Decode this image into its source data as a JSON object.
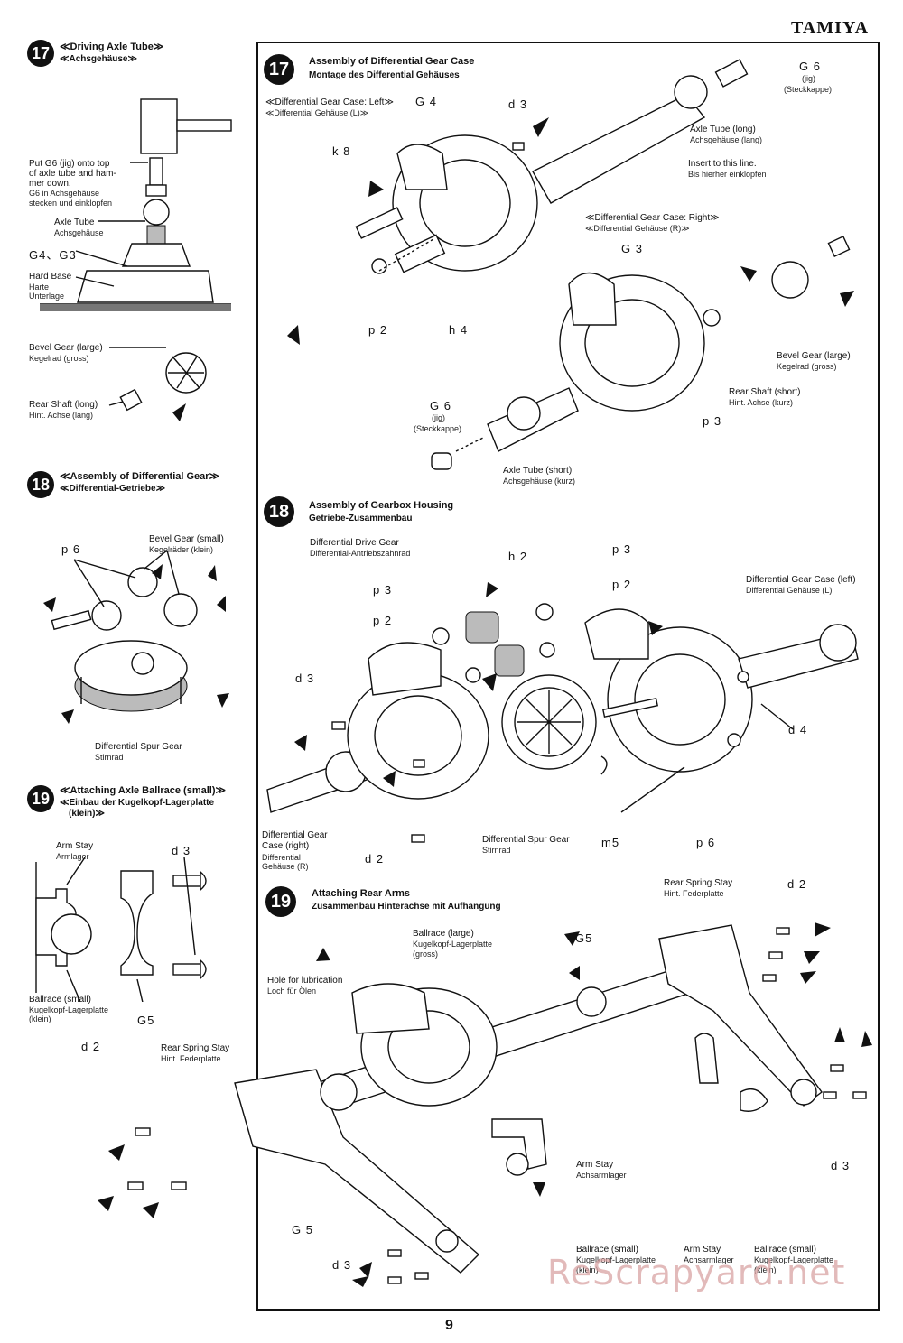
{
  "brand": "TAMIYA",
  "page_number": "9",
  "watermark": "ReScrapyard.net",
  "left": {
    "s17": {
      "num": "17",
      "title": "≪Driving Axle Tube≫",
      "subtitle": "≪Achsgehäuse≫",
      "note1": "Put G6 (jig) onto top",
      "note2": "of axle tube and ham-",
      "note3": "mer down.",
      "note4": "G6 in Achsgehäuse",
      "note5": "stecken und einklopfen",
      "axle_en": "Axle Tube",
      "axle_de": "Achsgehäuse",
      "g4g3": "G4、G3",
      "base_en": "Hard Base",
      "base_de1": "Harte",
      "base_de2": "Unterlage",
      "bevel_en": "Bevel Gear (large)",
      "bevel_de": "Kegelrad (gross)",
      "shaft_en": "Rear Shaft (long)",
      "shaft_de": "Hint. Achse (lang)"
    },
    "s18": {
      "num": "18",
      "title": "≪Assembly of Differential Gear≫",
      "subtitle": "≪Differential-Getriebe≫",
      "p6": "p 6",
      "bevel_en": "Bevel Gear (small)",
      "bevel_de": "Kegelräder (klein)",
      "spur_en": "Differential Spur Gear",
      "spur_de": "Stirnrad"
    },
    "s19": {
      "num": "19",
      "title": "≪Attaching Axle Ballrace (small)≫",
      "subtitle1": "≪Einbau der Kugelkopf-Lagerplatte",
      "subtitle2": "(klein)≫",
      "arm_en": "Arm Stay",
      "arm_de": "Armlager",
      "d3": "d 3",
      "ball_en": "Ballrace (small)",
      "ball_de1": "Kugelkopf-Lagerplatte",
      "ball_de2": "(klein)",
      "g5": "G5"
    }
  },
  "right": {
    "s17": {
      "num": "17",
      "title": "Assembly of Differential Gear Case",
      "subtitle": "Montage des Differential Gehäuses",
      "case_left_en": "≪Differential Gear Case: Left≫",
      "case_left_de": "≪Differential Gehäuse (L)≫",
      "g4": "G 4",
      "d3": "d 3",
      "k8": "k 8",
      "g6_top": "G 6",
      "jig_top": "(jig)",
      "steck_top": "(Steckkappe)",
      "axle_long_en": "Axle Tube (long)",
      "axle_long_de": "Achsgehäuse (lang)",
      "insert_en": "Insert to this line.",
      "insert_de": "Bis hierher einklopfen",
      "case_right_en": "≪Differential Gear Case: Right≫",
      "case_right_de": "≪Differential Gehäuse (R)≫",
      "g3": "G 3",
      "p2": "p 2",
      "h4": "h 4",
      "bevel_en": "Bevel Gear (large)",
      "bevel_de": "Kegelrad (gross)",
      "shaft_en": "Rear Shaft (short)",
      "shaft_de": "Hint. Achse (kurz)",
      "p3": "p 3",
      "g6_bot": "G 6",
      "jig_bot": "(jig)",
      "steck_bot": "(Steckkappe)",
      "axle_short_en": "Axle Tube (short)",
      "axle_short_de": "Achsgehäuse (kurz)"
    },
    "s18": {
      "num": "18",
      "title": "Assembly of Gearbox Housing",
      "subtitle": "Getriebe-Zusammenbau",
      "drive_en": "Differential Drive Gear",
      "drive_de": "Differential-Antriebszahnrad",
      "h2": "h 2",
      "p3a": "p 3",
      "p3b": "p 3",
      "p2a": "p 2",
      "p2b": "p 2",
      "caseL_en": "Differential Gear Case (left)",
      "caseL_de": "Differential Gehäuse (L)",
      "d3": "d 3",
      "d4": "d 4",
      "caseR_en1": "Differential Gear",
      "caseR_en2": "Case (right)",
      "caseR_de1": "Differential",
      "caseR_de2": "Gehäuse (R)",
      "d2": "d 2",
      "spur_en": "Differential Spur Gear",
      "spur_de": "Stirnrad",
      "m5": "m5",
      "p6": "p 6"
    },
    "s19": {
      "num": "19",
      "title": "Attaching Rear Arms",
      "subtitle": "Zusammenbau Hinterachse mit Aufhängung",
      "spring_en": "Rear Spring Stay",
      "spring_de": "Hint. Federplatte",
      "d2": "d 2",
      "ball_large_en": "Ballrace (large)",
      "ball_large_de1": "Kugelkopf-Lagerplatte",
      "ball_large_de2": "(gross)",
      "g5": "G5",
      "hole_en": "Hole for lubrication",
      "hole_de": "Loch für Ölen",
      "arm_en": "Arm Stay",
      "arm_de": "Achsarmlager",
      "d3": "d 3"
    }
  },
  "bottom": {
    "d2": "d 2",
    "spring_en": "Rear Spring Stay",
    "spring_de": "Hint. Federplatte",
    "g5": "G 5",
    "d3": "d 3",
    "ballL_en": "Ballrace (small)",
    "ballL_de1": "Kugelkopf-Lagerplatte",
    "ballL_de2": "(klein)",
    "arm_en": "Arm Stay",
    "arm_de": "Achsarmlager",
    "ballR_en": "Ballrace (small)",
    "ballR_de1": "Kugelkopf-Lagerplatte",
    "ballR_de2": "(klein)"
  }
}
